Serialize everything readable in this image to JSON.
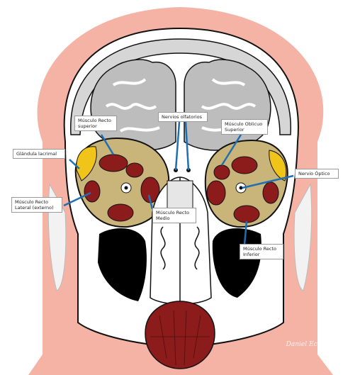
{
  "colors": {
    "skin": "#f4b3a5",
    "skull": "#f2f2f2",
    "bone_gray": "#d6d6d6",
    "brain": "#bdbdbd",
    "fat": "#c9b47a",
    "muscle": "#8c1c1c",
    "gland": "#f0c419",
    "leader": "#1f6fb2",
    "cavity": "#000000"
  },
  "labels": {
    "olfactory": "Nervios olfatorios",
    "superior_rectus": "Músculo Recto\nsuperior",
    "superior_oblique": "Músculo Oblicuo\nSuperior",
    "lacrimal_gland": "Glándula lacrimal",
    "optic_nerve": "Nervio Óptico",
    "lateral_rectus": "Músculo Recto\nLateral (externo)",
    "medial_rectus": "Músculo Recto\nMedio",
    "inferior_rectus": "Músculo Recto\nInferior"
  },
  "signature": "Daniel Echeverría"
}
